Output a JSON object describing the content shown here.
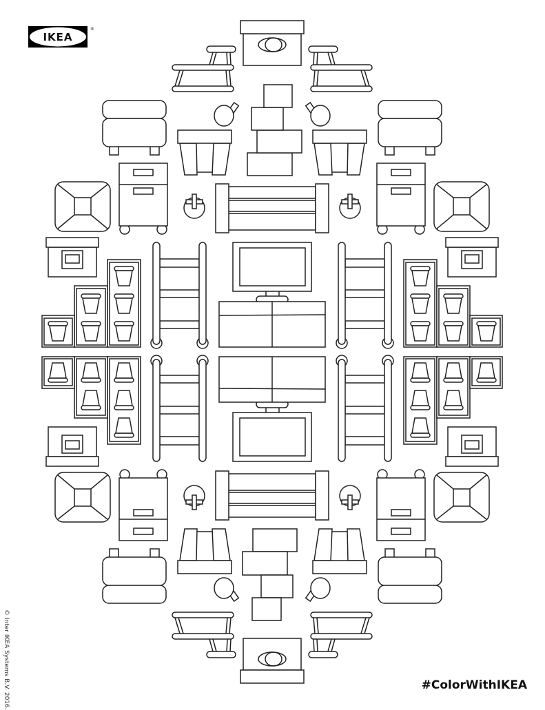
{
  "logo": {
    "text": "IKEA",
    "registered": "®",
    "colors": {
      "background": "#000000",
      "ellipse": "#ffffff"
    }
  },
  "footer": {
    "hashtag": "#ColorWithIKEA",
    "copyright": "© Inter IKEA Systems B.V. 2016."
  },
  "artwork": {
    "type": "coloring-page",
    "line_color": "#222222",
    "items": [
      "storage-box",
      "chair",
      "pouffe",
      "lamp",
      "side-table",
      "box-stack",
      "drawer-unit",
      "armchair",
      "round-lamp",
      "bench",
      "shelf-unit",
      "flower-pot",
      "ladder-shelf",
      "tv",
      "tv-bench"
    ]
  }
}
